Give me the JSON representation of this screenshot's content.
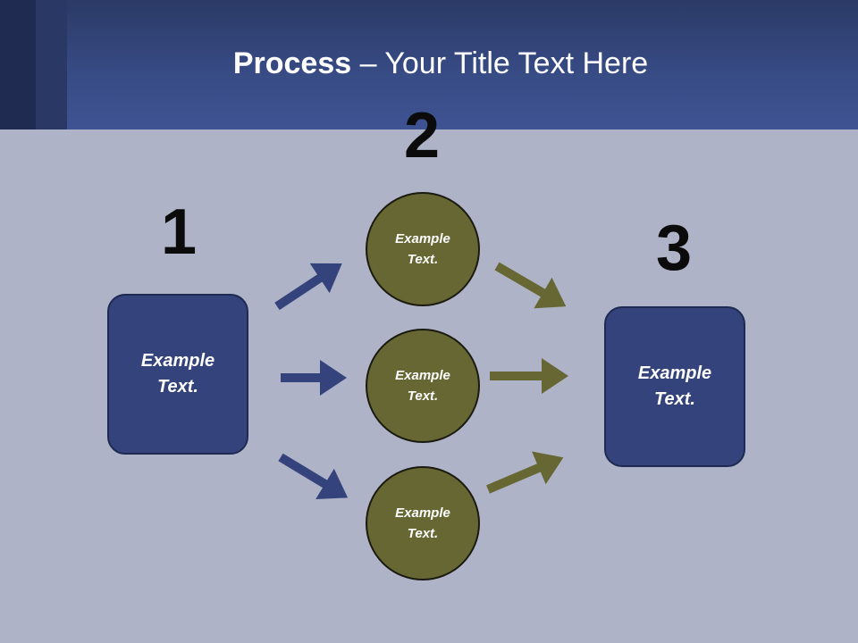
{
  "title": {
    "bold": "Process",
    "rest": " – Your Title Text Here"
  },
  "steps": {
    "one": "1",
    "two": "2",
    "three": "3"
  },
  "left_box": {
    "text": "Example\nText."
  },
  "right_box": {
    "text": "Example\nText."
  },
  "circles": [
    {
      "text": "Example\nText."
    },
    {
      "text": "Example\nText."
    },
    {
      "text": "Example\nText."
    }
  ],
  "colors": {
    "header": "#384c86",
    "box": "#34437b",
    "circle": "#666733",
    "blue_arrow": "#34437b",
    "olive_arrow": "#666733",
    "background": "#aeb3c7"
  }
}
